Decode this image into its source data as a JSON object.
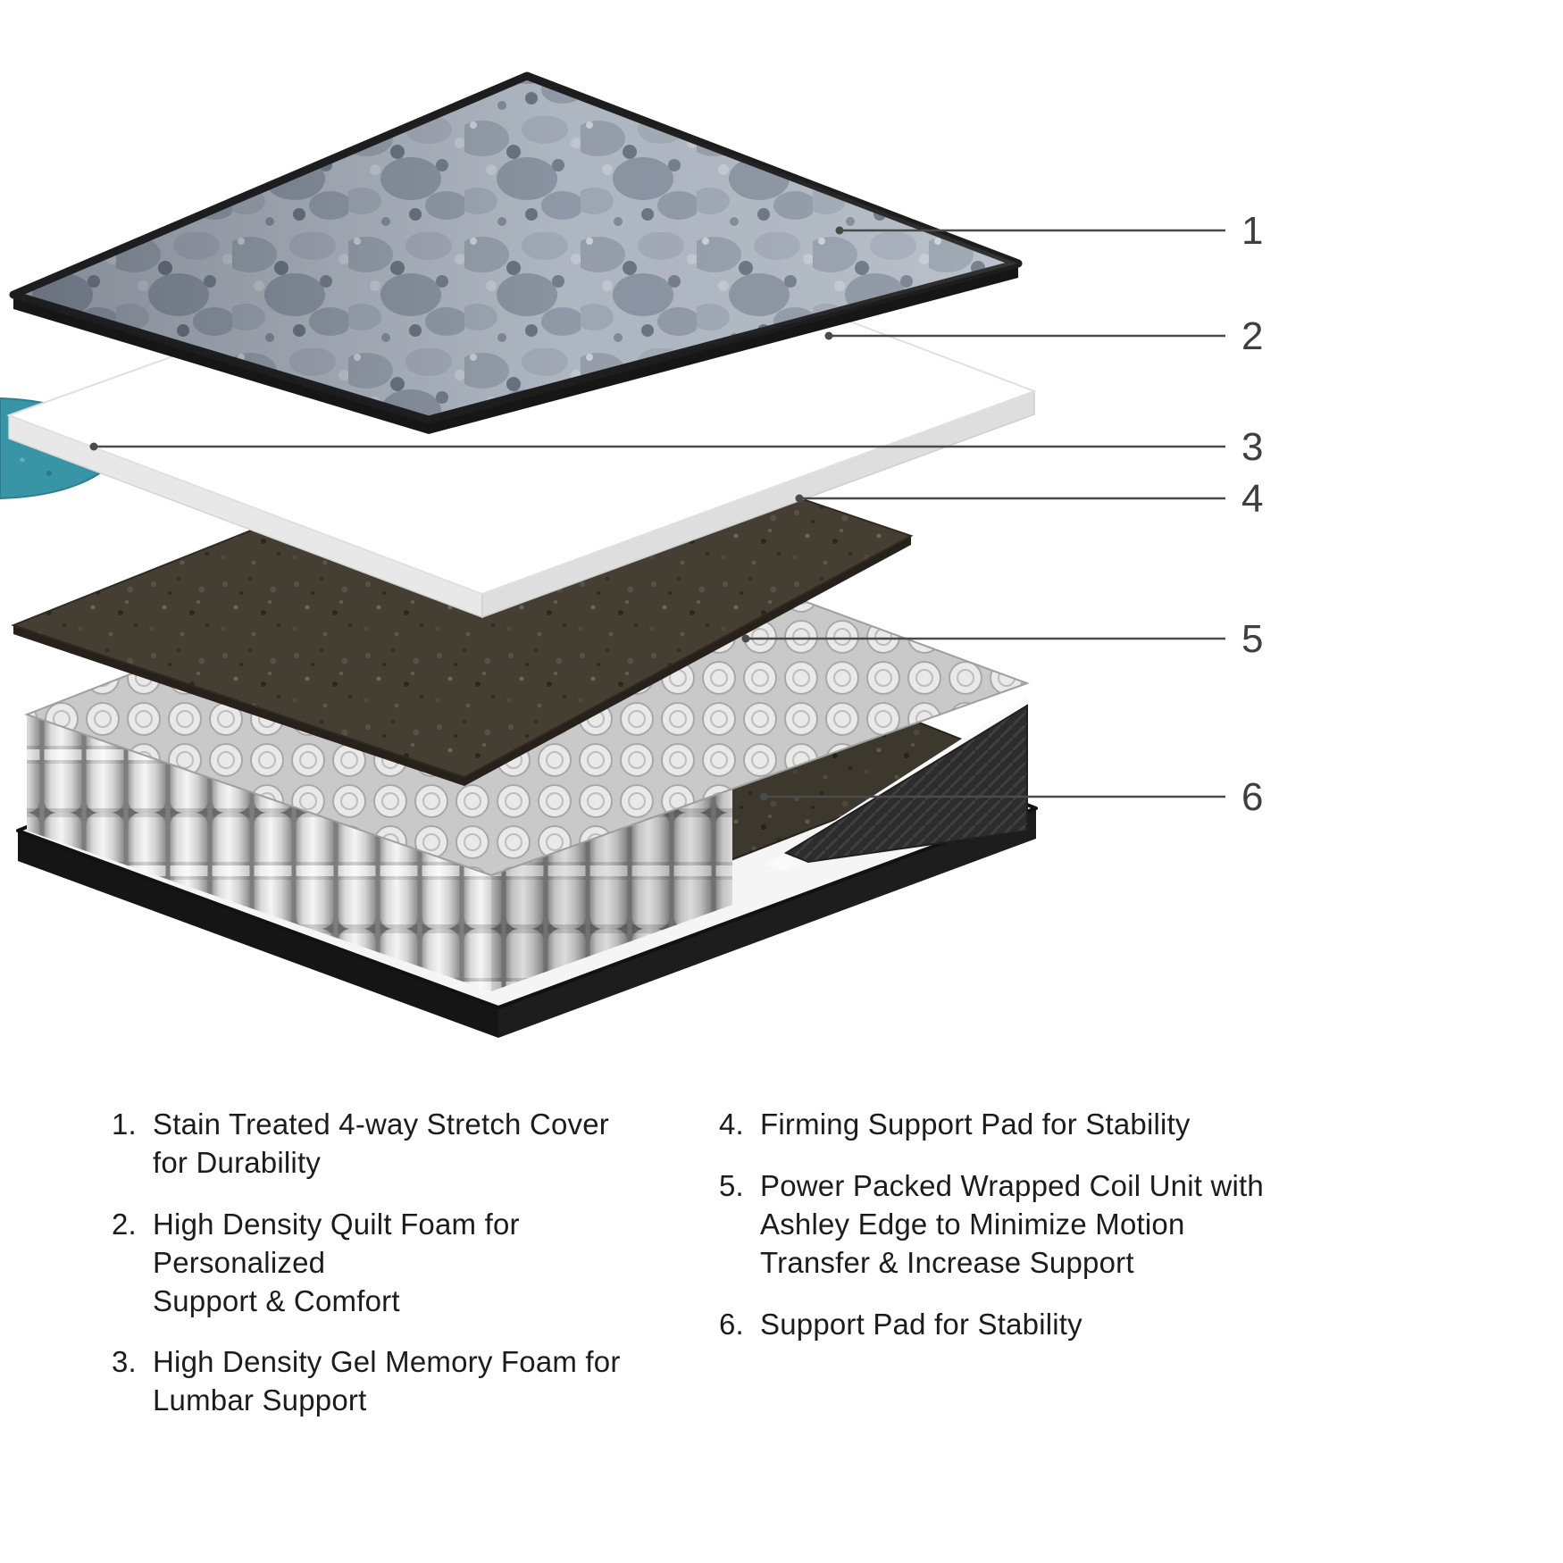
{
  "diagram": {
    "callouts": [
      {
        "number": "1"
      },
      {
        "number": "2"
      },
      {
        "number": "3"
      },
      {
        "number": "4"
      },
      {
        "number": "5"
      },
      {
        "number": "6"
      }
    ]
  },
  "legend": {
    "items_left": [
      {
        "num": "1.",
        "text": "Stain Treated 4-way Stretch Cover\nfor Durability"
      },
      {
        "num": "2.",
        "text": "High Density Quilt Foam for Personalized\nSupport & Comfort"
      },
      {
        "num": "3.",
        "text": "High Density Gel Memory Foam for\nLumbar Support"
      }
    ],
    "items_right": [
      {
        "num": "4.",
        "text": "Firming Support Pad for Stability"
      },
      {
        "num": "5.",
        "text": "Power Packed Wrapped Coil Unit with\nAshley Edge to Minimize Motion\nTransfer & Increase Support"
      },
      {
        "num": "6.",
        "text": "Support Pad for Stability"
      }
    ]
  },
  "colors": {
    "gel_foam": "#3795a5",
    "quilt_base": "#b4bcc7",
    "support_pad": "#453f33",
    "callout": "#4a4a4a",
    "base_black": "#151515"
  }
}
